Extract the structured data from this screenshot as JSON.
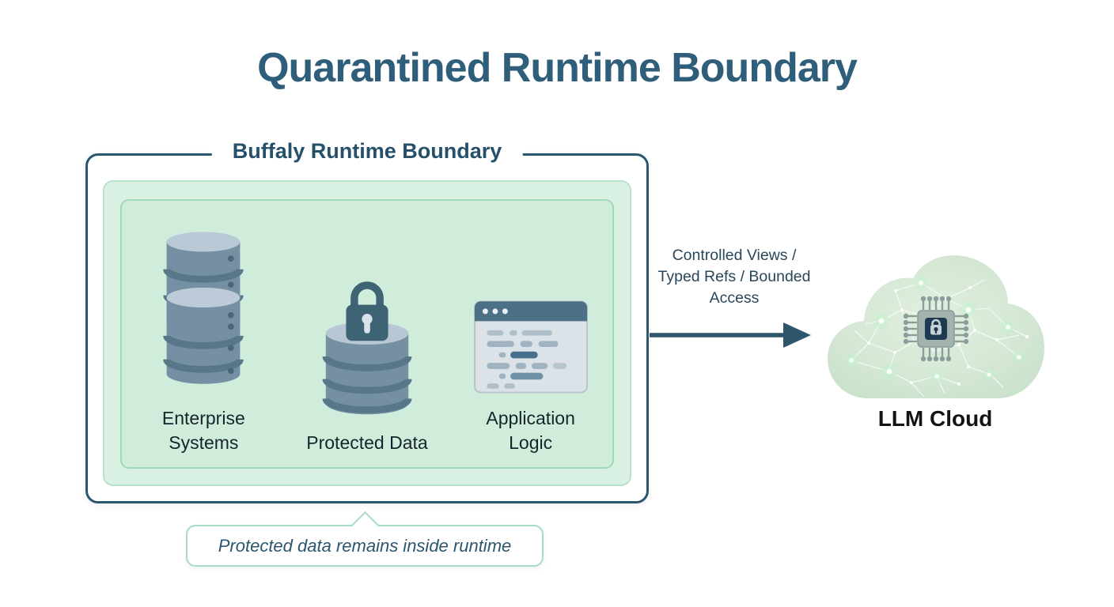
{
  "title": "Quarantined Runtime Boundary",
  "boundary": {
    "label": "Buffaly Runtime Boundary",
    "items": [
      {
        "label": "Enterprise Systems",
        "icon": "database-stack-icon"
      },
      {
        "label": "Protected Data",
        "icon": "database-lock-icon"
      },
      {
        "label": "Application Logic",
        "icon": "code-window-icon"
      }
    ]
  },
  "arrow": {
    "label": "Controlled Views / Typed Refs / Bounded Access",
    "icon": "arrow-right-icon"
  },
  "cloud": {
    "label": "LLM Cloud",
    "icon": "cloud-network-chip-icon"
  },
  "callout": {
    "text": "Protected data remains inside runtime"
  },
  "colors": {
    "title": "#2e5e79",
    "boundary_border": "#2b566e",
    "green_fill": "#d9f1e3",
    "green_border": "#a2d7b8",
    "icon_blue_gray": "#7690a3",
    "arrow": "#2d566b",
    "cloud_green": "#d6e8d6"
  }
}
